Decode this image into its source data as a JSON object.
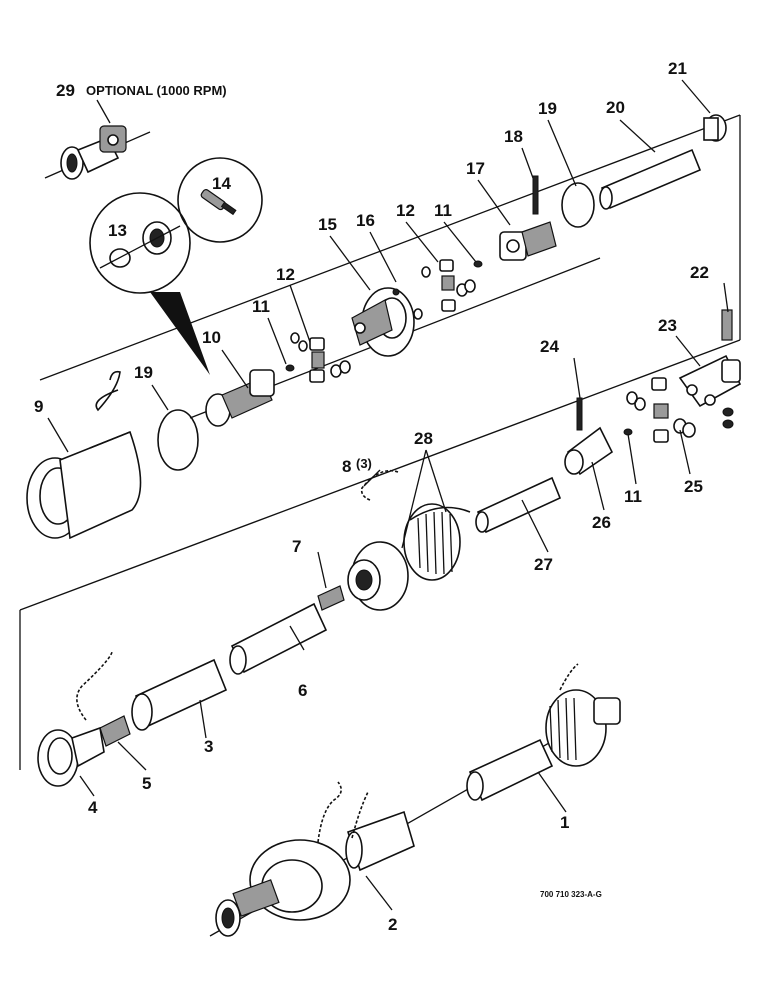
{
  "callouts": {
    "c1": "1",
    "c2": "2",
    "c3": "3",
    "c4": "4",
    "c5": "5",
    "c6": "6",
    "c7": "7",
    "c8": "8",
    "c8_qty": "(3)",
    "c9": "9",
    "c10": "10",
    "c11a": "11",
    "c11b": "11",
    "c11c": "11",
    "c12a": "12",
    "c12b": "12",
    "c13": "13",
    "c14": "14",
    "c15": "15",
    "c16": "16",
    "c17": "17",
    "c18": "18",
    "c19a": "19",
    "c19b": "19",
    "c20": "20",
    "c21": "21",
    "c22": "22",
    "c23": "23",
    "c24": "24",
    "c25": "25",
    "c26": "26",
    "c27": "27",
    "c28": "28",
    "c29": "29"
  },
  "optional_note": "OPTIONAL (1000 RPM)",
  "figure_code": "700 710 323-A-G"
}
